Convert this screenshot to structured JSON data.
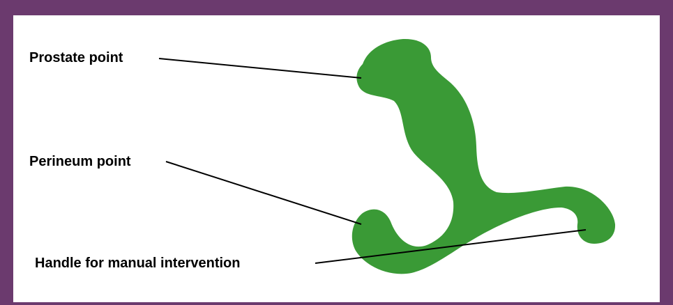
{
  "labels": {
    "prostate": "Prostate point",
    "perineum": "Perineum point",
    "handle": "Handle for manual intervention"
  },
  "colors": {
    "frame": "#6b3a6e",
    "shape": "#3a9a36",
    "background": "#ffffff"
  }
}
